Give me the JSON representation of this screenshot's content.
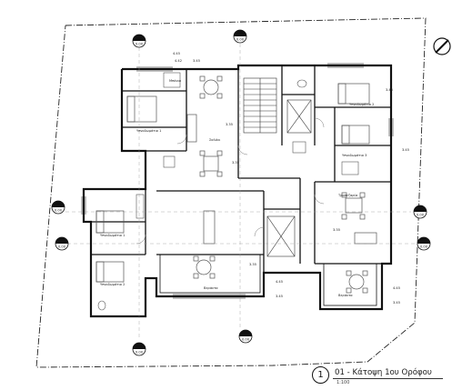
{
  "drawing": {
    "view_number": "1",
    "view_title": "01 - Κάτοψη 1ου Ορόφου",
    "view_scale": "1:100"
  },
  "grid_markers": {
    "top_left": "0.00",
    "top_mid": "0.00",
    "left_top": "0.00",
    "left_bottom": "0.00",
    "right_top": "0.00",
    "right_bottom": "0.00",
    "bottom_mid": "0.00",
    "bottom_left": "0.00"
  },
  "section_marker": "1",
  "labels": {
    "room_bath": "Μπάνιο",
    "room_bedroom1": "Υπνοδωμάτιο 1",
    "room_bedroom2": "Υπνοδωμάτιο 2",
    "room_bedroom3": "Υπνοδωμάτιο 3",
    "room_salon": "Σαλόνι",
    "room_dining": "Τραπεζαρία",
    "room_balcony": "Βεράντα",
    "elev_345": "3.45",
    "elev_335": "3.35",
    "elev_445": "4.45",
    "elev_442": "4.42"
  },
  "colors": {
    "ink": "#111111",
    "wall_hatch": "#333333",
    "furniture": "#555555",
    "boundary": "#222222"
  }
}
